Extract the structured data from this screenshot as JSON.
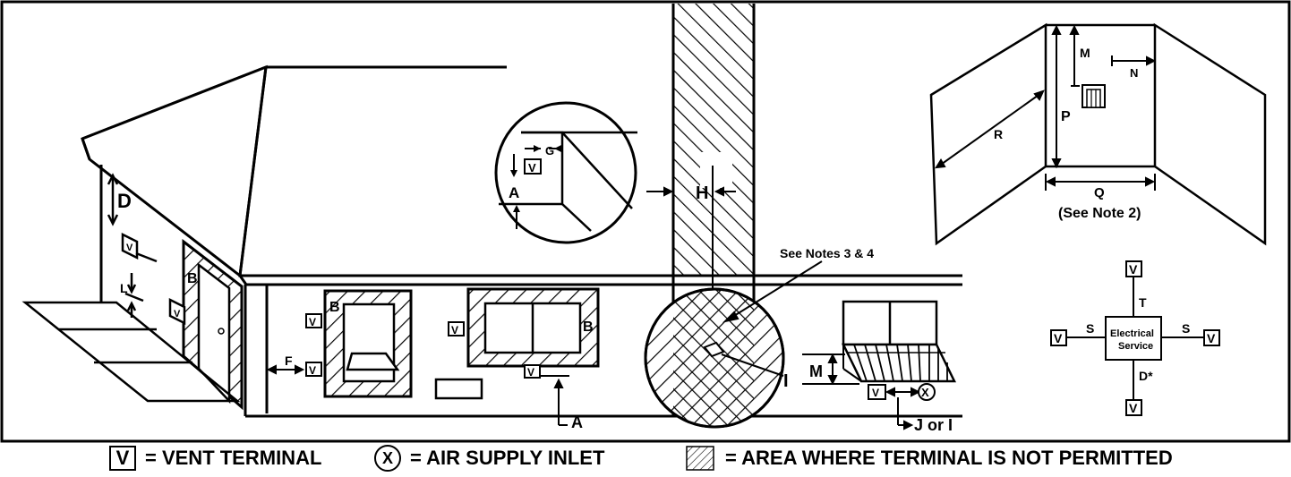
{
  "labels": {
    "D": "D",
    "V": "V",
    "L": "L",
    "B": "B",
    "F": "F",
    "A": "A",
    "G": "G",
    "H": "H",
    "I": "I",
    "M": "M",
    "N": "N",
    "P": "P",
    "Q": "Q",
    "R": "R",
    "S": "S",
    "T": "T",
    "D_star": "D*",
    "X": "X",
    "J_or_I": "J or I",
    "see_note_2": "(See Note 2)",
    "see_notes_3_4": "See Notes 3 & 4",
    "electrical": "Electrical",
    "service": "Service"
  },
  "legend": {
    "vent_symbol": "V",
    "vent_text": "= VENT  TERMINAL",
    "air_symbol": "X",
    "air_text": "= AIR SUPPLY INLET",
    "area_text": "= AREA WHERE TERMINAL IS NOT PERMITTED"
  }
}
